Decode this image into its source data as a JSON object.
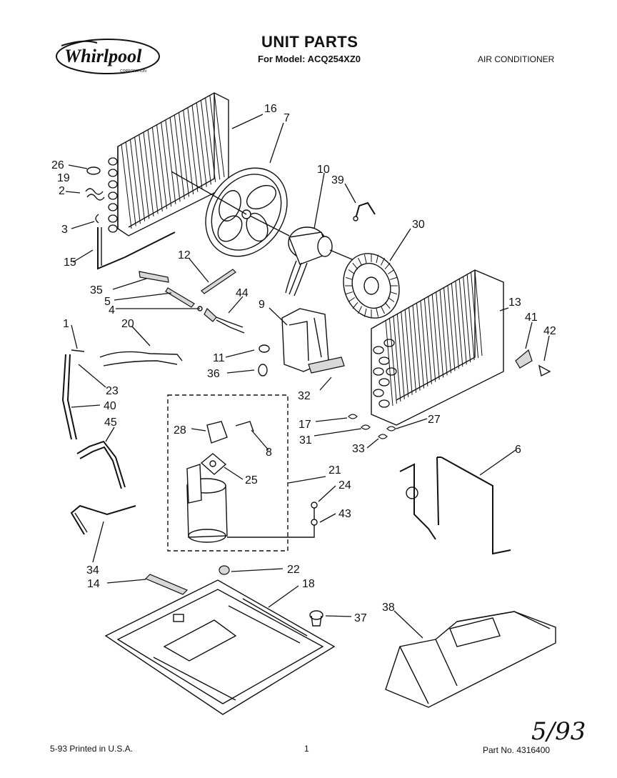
{
  "header": {
    "brand": "Whirlpool",
    "brand_sub": "CORPORATION",
    "title": "UNIT PARTS",
    "model_line": "For Model: ACQ254XZ0",
    "category": "AIR CONDITIONER"
  },
  "footer": {
    "printed": "5-93 Printed in U.S.A.",
    "page": "1",
    "part_no": "Part No. 4316400",
    "handwritten_date": "5/93"
  },
  "part_labels": [
    "16",
    "7",
    "26",
    "19",
    "2",
    "3",
    "10",
    "39",
    "15",
    "12",
    "30",
    "35",
    "5",
    "4",
    "44",
    "9",
    "13",
    "41",
    "42",
    "1",
    "20",
    "11",
    "36",
    "23",
    "40",
    "45",
    "32",
    "28",
    "17",
    "31",
    "27",
    "8",
    "33",
    "25",
    "21",
    "6",
    "24",
    "43",
    "34",
    "22",
    "14",
    "18",
    "37",
    "38"
  ]
}
